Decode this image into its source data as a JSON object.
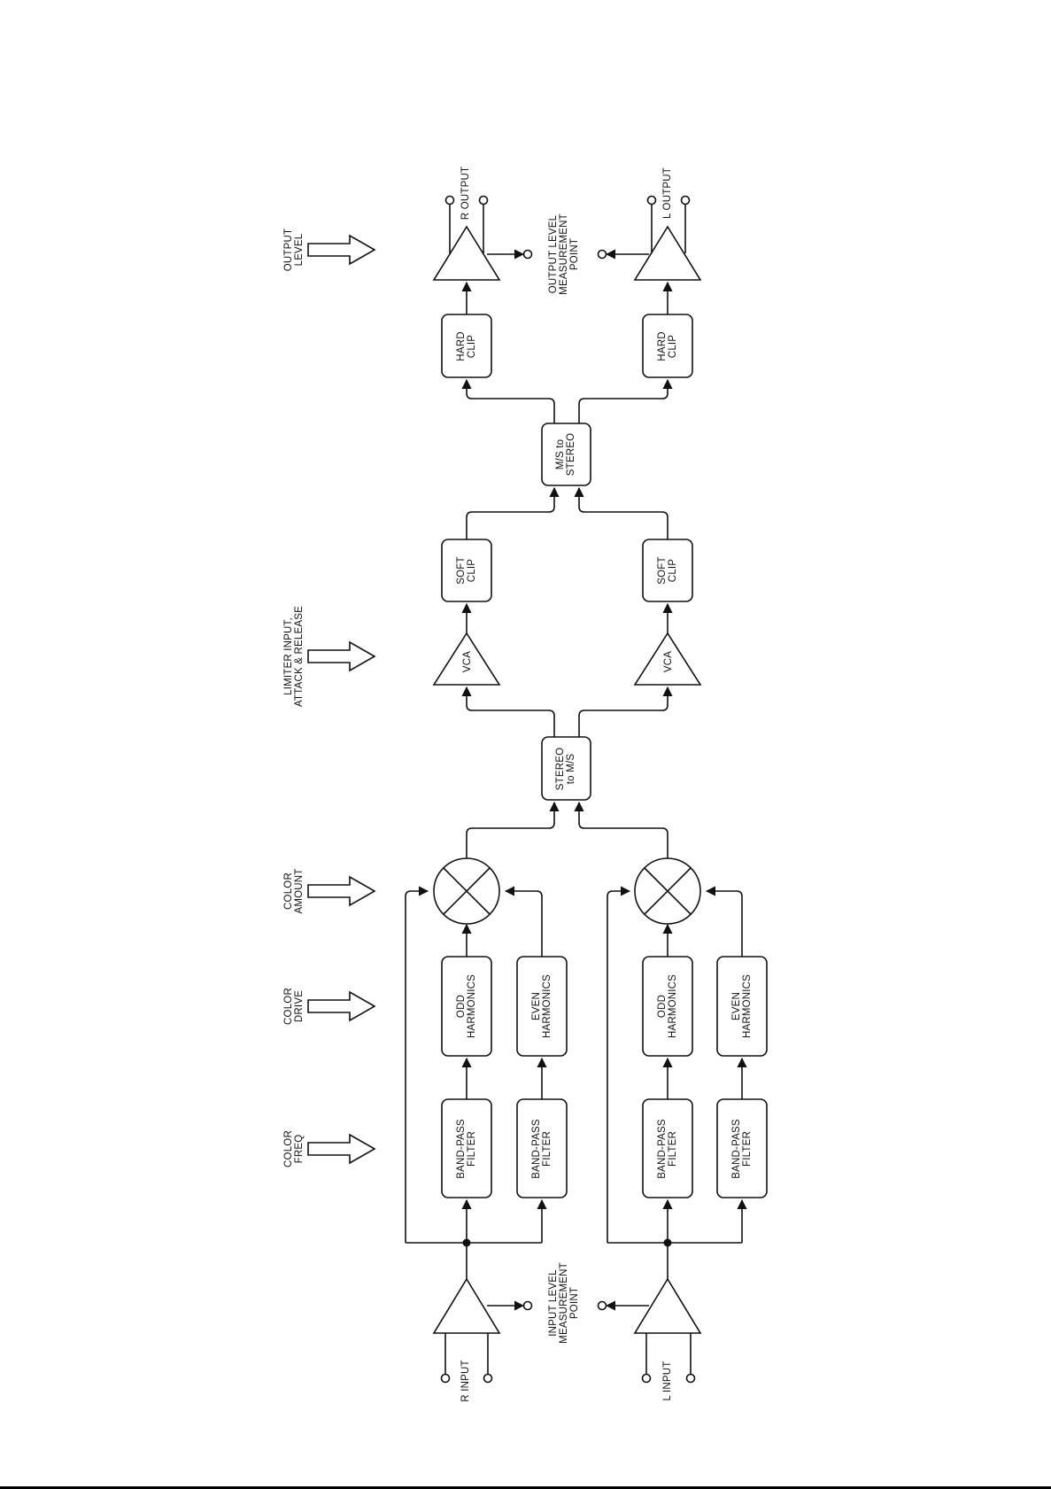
{
  "controls": {
    "color_freq": [
      "COLOR",
      "FREQ"
    ],
    "color_drive": [
      "COLOR",
      "DRIVE"
    ],
    "color_amount": [
      "COLOR",
      "AMOUNT"
    ],
    "limiter": [
      "LIMITER INPUT,",
      "ATTACK & RELEASE"
    ],
    "output_level": [
      "OUTPUT",
      "LEVEL"
    ]
  },
  "inputs": {
    "r_input": "R INPUT",
    "l_input": "L INPUT",
    "input_meter": [
      "INPUT LEVEL",
      "MEASUREMENT",
      "POINT"
    ]
  },
  "outputs": {
    "r_output": "R OUTPUT",
    "l_output": "L OUTPUT",
    "output_meter": [
      "OUTPUT LEVEL",
      "MEASUREMENT",
      "POINT"
    ]
  },
  "blocks": {
    "band_pass": [
      "BAND-PASS",
      "FILTER"
    ],
    "odd_harmonics": [
      "ODD",
      "HARMONICS"
    ],
    "even_harmonics": [
      "EVEN",
      "HARMONICS"
    ],
    "stereo_to_ms": [
      "STEREO",
      "to M/S"
    ],
    "vca": "VCA",
    "soft_clip": [
      "SOFT",
      "CLIP"
    ],
    "ms_to_stereo": [
      "M/S to",
      "STEREO"
    ],
    "hard_clip": [
      "HARD",
      "CLIP"
    ]
  }
}
